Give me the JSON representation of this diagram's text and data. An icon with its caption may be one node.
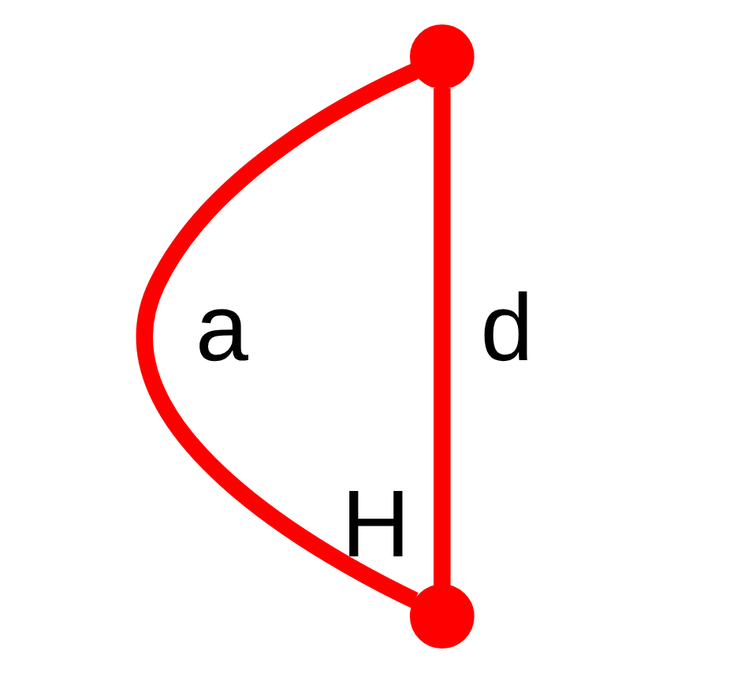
{
  "diagram": {
    "nodes": [
      {
        "text": [],
        "shape": "circle"
      },
      {
        "text": [],
        "shape": "circle",
        "beside": [
          "H"
        ]
      }
    ],
    "edges": [
      {
        "from": 0,
        "to": 1,
        "arrow": "none",
        "label": "a"
      },
      {
        "from": 0,
        "to": 1,
        "arrow": "none",
        "label": "d"
      }
    ]
  }
}
